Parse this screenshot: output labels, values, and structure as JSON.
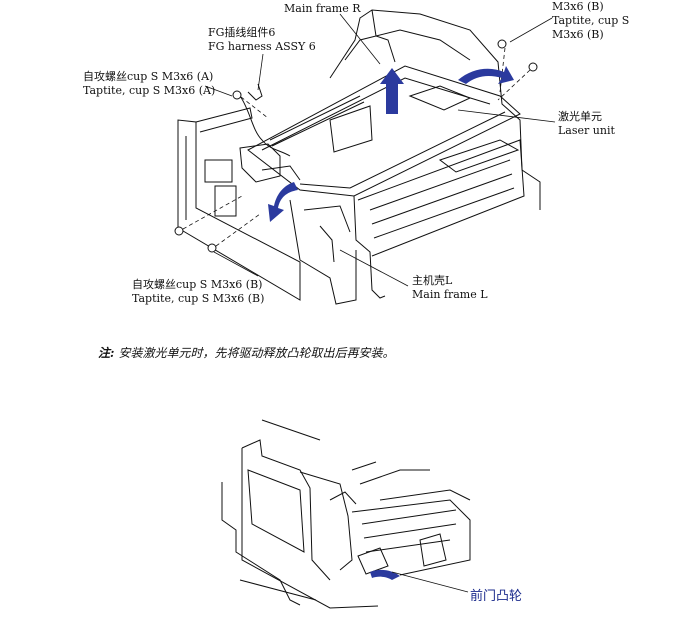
{
  "labels": {
    "main_frame_r": "Main frame R",
    "fg_cn": "FG插线组件6",
    "fg_en": "FG harness ASSY 6",
    "screw_a_cn": "自攻螺丝cup S M3x6 (A)",
    "screw_a_en": "Taptite, cup S M3x6 (A)",
    "screw_b_top_1": "M3x6 (B)",
    "screw_b_top_2": "Taptite, cup S",
    "screw_b_top_3": "M3x6 (B)",
    "laser_cn": "激光单元",
    "laser_en": "Laser unit",
    "main_frame_l_cn": "主机壳L",
    "main_frame_l_en": "Main frame L",
    "screw_b_bottom_cn": "自攻螺丝cup S M3x6 (B)",
    "screw_b_bottom_en": "Taptite, cup S M3x6 (B)",
    "front_cam": "前门凸轮"
  },
  "note": {
    "prefix": "注:",
    "text": "安装激光单元时，先将驱动释放凸轮取出后再安装。"
  },
  "colors": {
    "arrow": "#2b3a9e",
    "line": "#111111"
  }
}
